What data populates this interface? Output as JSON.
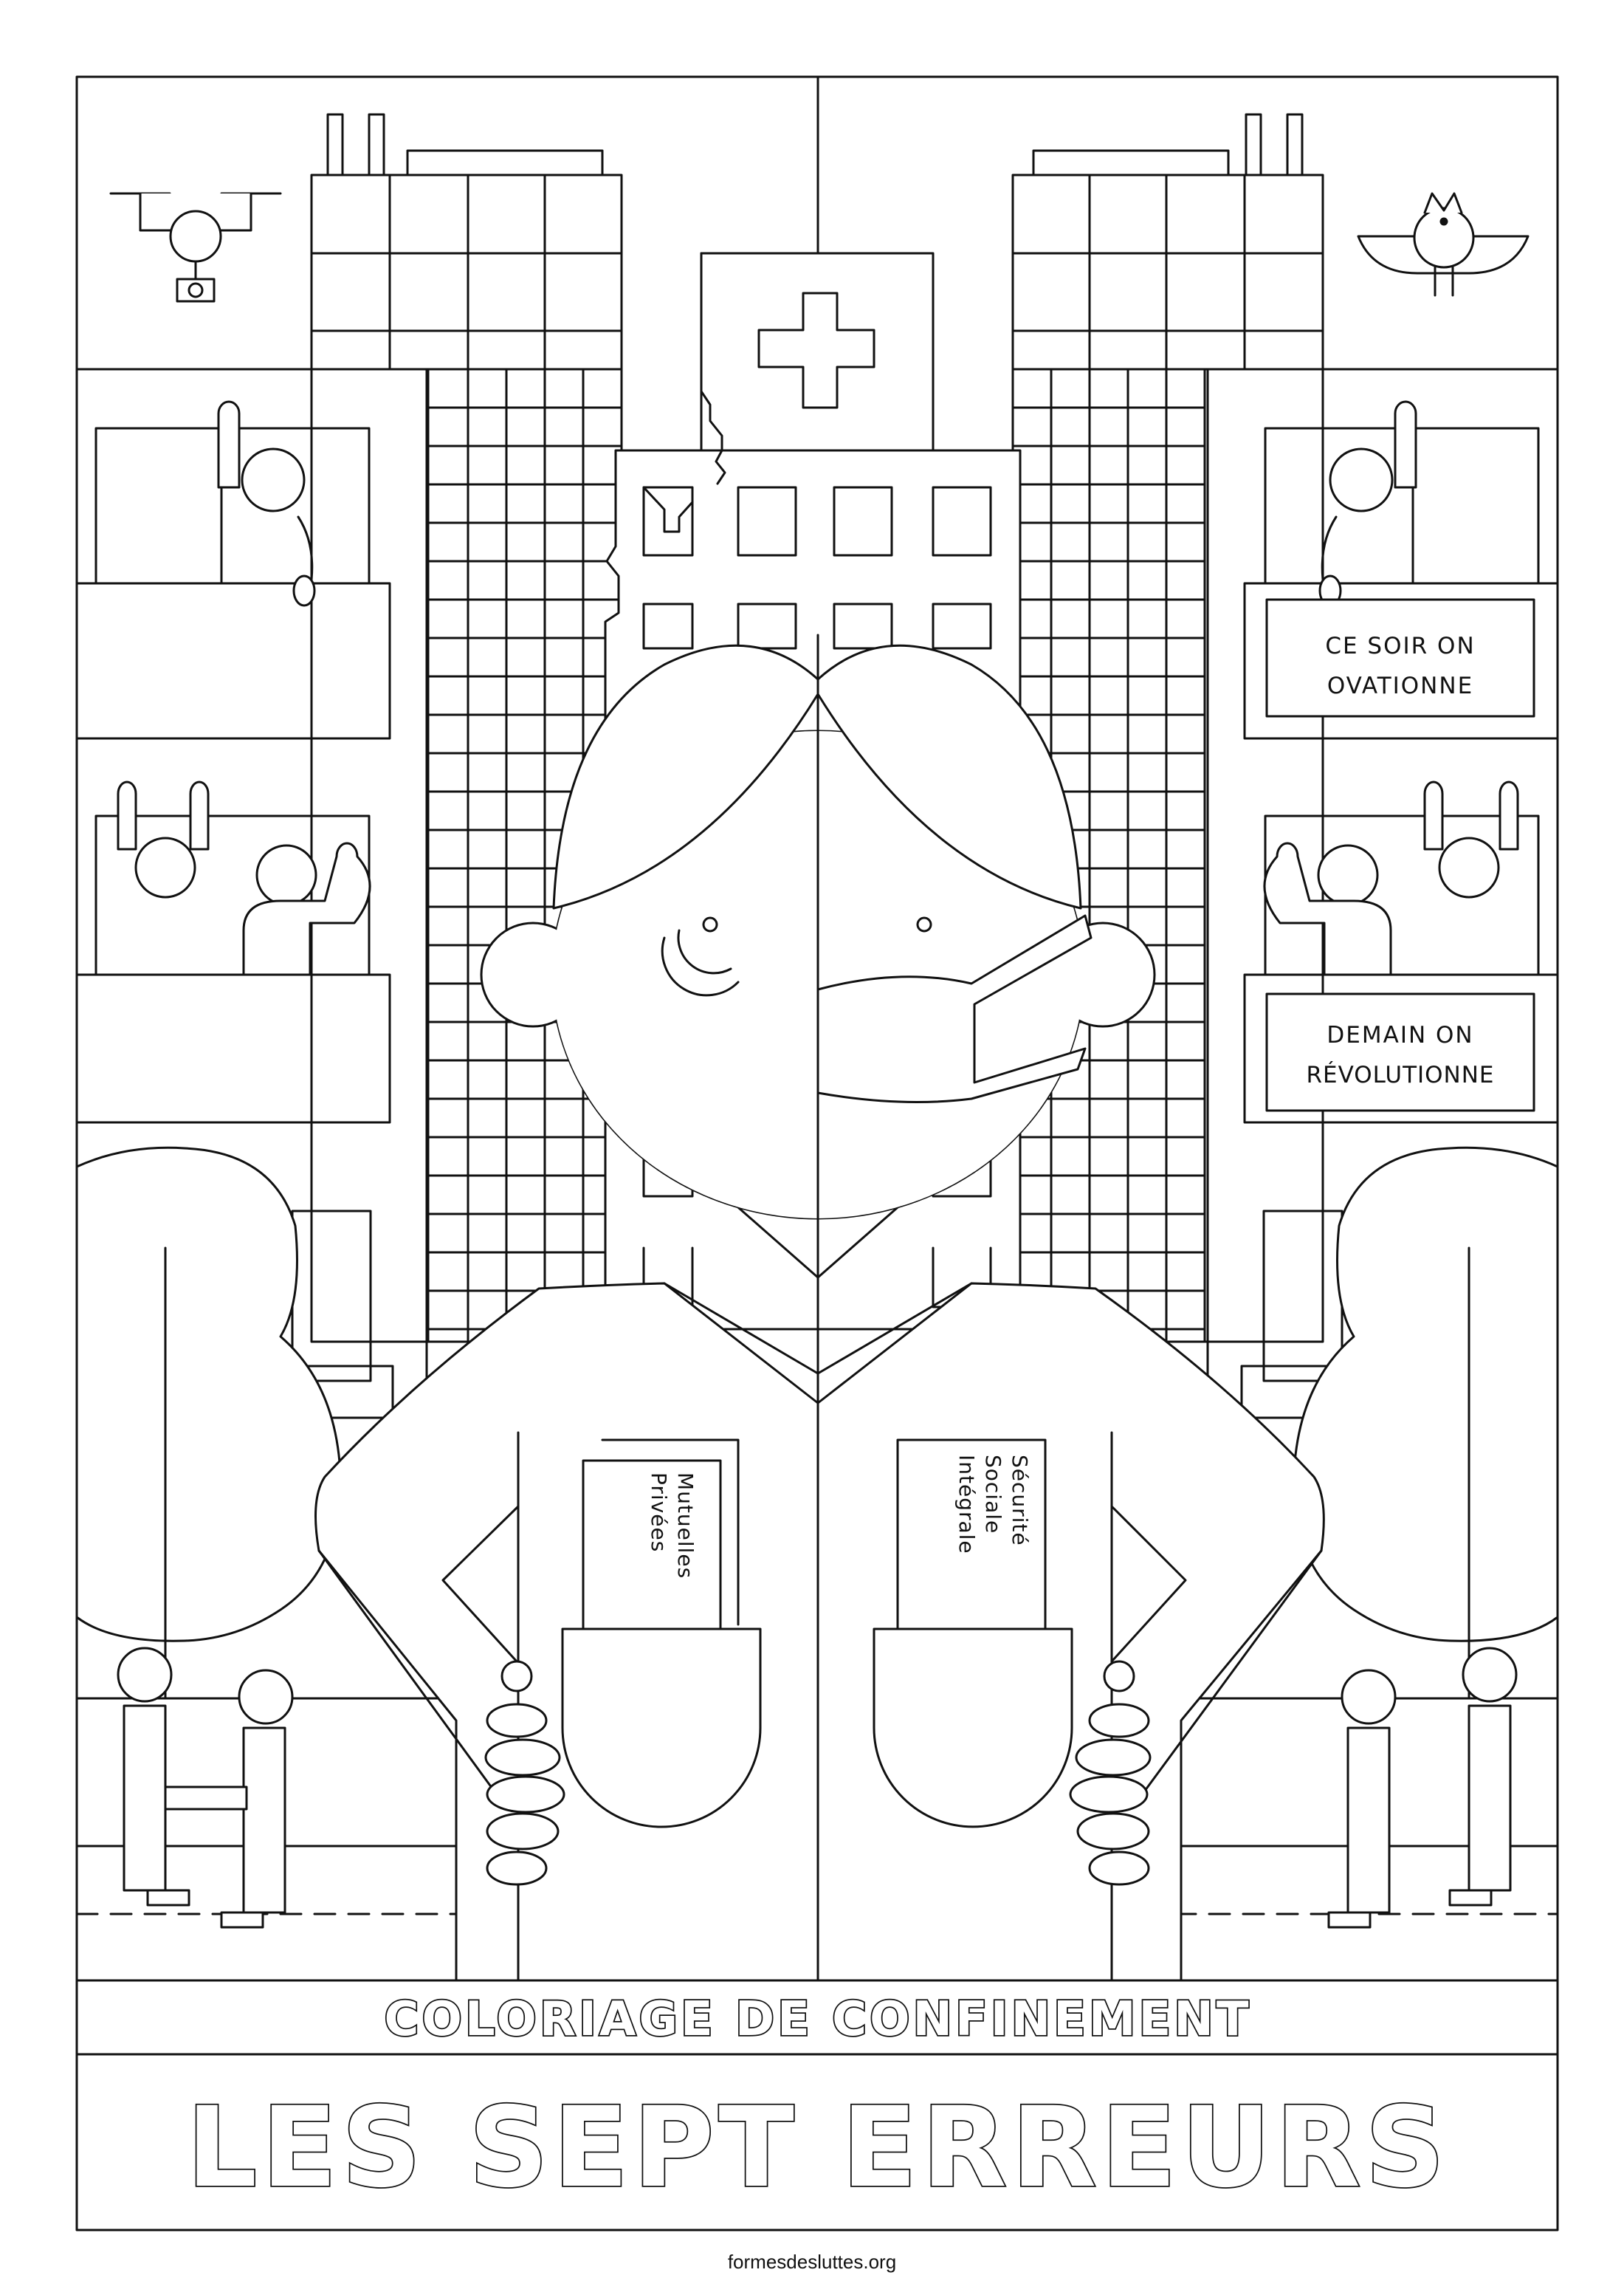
{
  "signs": {
    "sign1_line1": "CE SOIR ON",
    "sign1_line2": "OVATIONNE",
    "sign2_line1": "DEMAIN ON",
    "sign2_line2": "RÉVOLUTIONNE"
  },
  "cards": {
    "left_line1": "Mutuelles",
    "left_line2": "Privées",
    "right_line1": "Sécurité",
    "right_line2": "Sociale",
    "right_line3": "Intégrale"
  },
  "titles": {
    "subtitle": "COLORIAGE DE CONFINEMENT",
    "title": "LES SEPT ERREURS"
  },
  "footer": {
    "site": "formesdesluttes.org"
  },
  "colors": {
    "line": "#111111",
    "paper": "#ffffff"
  },
  "icons": [
    "drone-icon",
    "bird-icon",
    "cross-icon"
  ]
}
